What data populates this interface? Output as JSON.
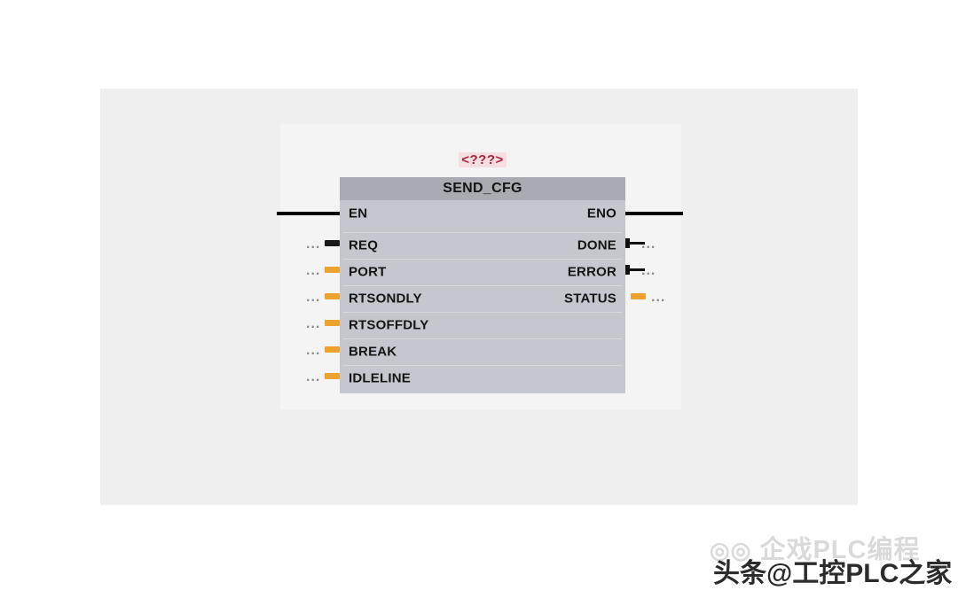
{
  "app": {
    "kind": "plc-fbd-editor",
    "background_color": "#ffffff",
    "panel_color": "#efefef",
    "network_color": "#f4f4f4"
  },
  "block": {
    "name": "SEND_CFG",
    "instance_label": "<???>",
    "instance_label_color": "#a32638",
    "header_color": "#a9abb3",
    "body_color": "#c4c7ce",
    "enable_input": "EN",
    "enable_output": "ENO",
    "unassigned_operand": "...",
    "inputs": [
      {
        "name": "REQ",
        "pin_type": "bool",
        "pin_color": "#1a1a1a",
        "operand": "..."
      },
      {
        "name": "PORT",
        "pin_type": "other",
        "pin_color": "#eda22e",
        "operand": "..."
      },
      {
        "name": "RTSONDLY",
        "pin_type": "other",
        "pin_color": "#eda22e",
        "operand": "..."
      },
      {
        "name": "RTSOFFDLY",
        "pin_type": "other",
        "pin_color": "#eda22e",
        "operand": "..."
      },
      {
        "name": "BREAK",
        "pin_type": "other",
        "pin_color": "#eda22e",
        "operand": "..."
      },
      {
        "name": "IDLELINE",
        "pin_type": "other",
        "pin_color": "#eda22e",
        "operand": "..."
      }
    ],
    "outputs": [
      {
        "name": "DONE",
        "pin_type": "bool",
        "pin_color": "#111111",
        "operand": "..."
      },
      {
        "name": "ERROR",
        "pin_type": "bool",
        "pin_color": "#111111",
        "operand": "..."
      },
      {
        "name": "STATUS",
        "pin_type": "other",
        "pin_color": "#eda22e",
        "operand": "..."
      }
    ]
  },
  "watermark": {
    "ghost": "企戏PLC编程",
    "ghost_icon": "◎◎",
    "main": "头条@工控PLC之家"
  }
}
